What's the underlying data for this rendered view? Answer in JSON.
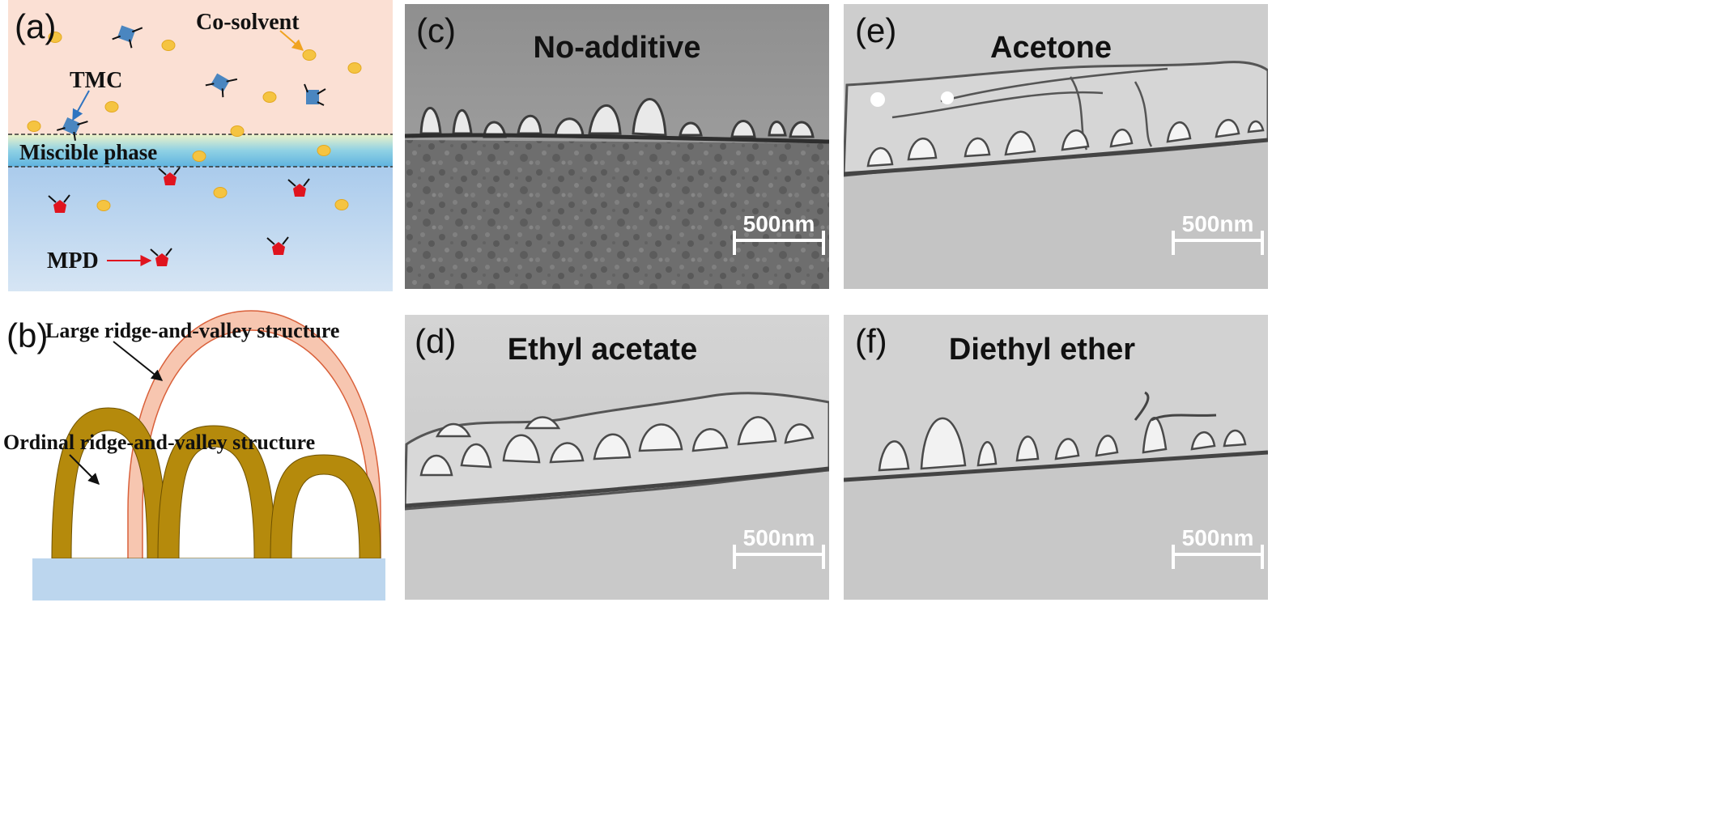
{
  "panels": {
    "a": {
      "label": "(a)",
      "cosolvent_label": "Co-solvent",
      "tmc_label": "TMC",
      "miscible_label": "Miscible phase",
      "mpd_label": "MPD",
      "colors": {
        "organic": "#fbe0d4",
        "aqueous": "#c7dcf1",
        "cosolvent": "#f5c441",
        "tmc": "#4a86c0",
        "mpd": "#e0141e"
      }
    },
    "b": {
      "label": "(b)",
      "large_label": "Large ridge-and-valley structure",
      "ordinal_label": "Ordinal ridge-and-valley structure",
      "colors": {
        "large": "#f7c6b0",
        "ordinal": "#b58a0c",
        "substrate": "#bcd6ee"
      }
    },
    "c": {
      "label": "(c)",
      "title": "No-additive",
      "scale": "500nm"
    },
    "d": {
      "label": "(d)",
      "title": "Ethyl acetate",
      "scale": "500nm"
    },
    "e": {
      "label": "(e)",
      "title": "Acetone",
      "scale": "500nm"
    },
    "f": {
      "label": "(f)",
      "title": "Diethyl ether",
      "scale": "500nm"
    }
  }
}
